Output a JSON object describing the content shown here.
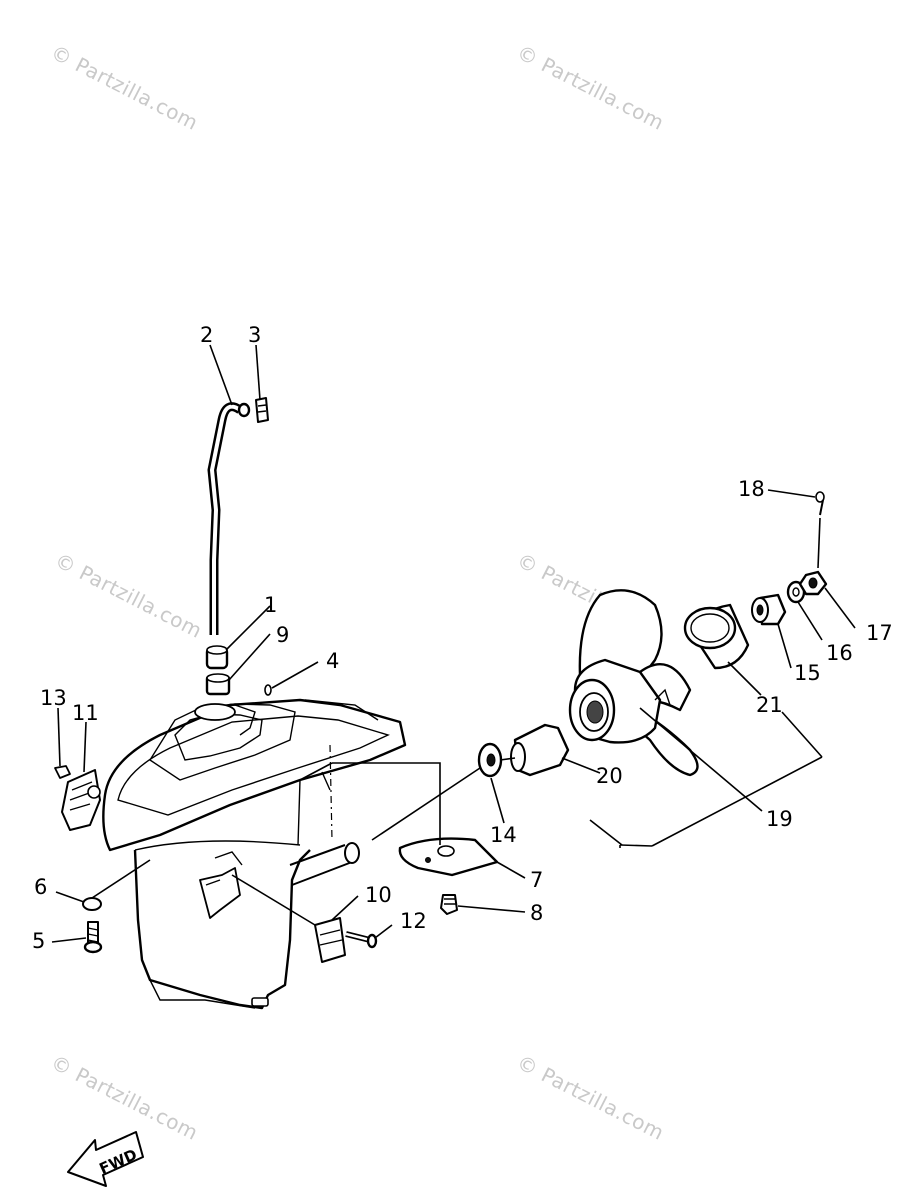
{
  "watermark": "© Partzilla.com",
  "fwd_label": "FWD",
  "callouts": {
    "c1": "1",
    "c2": "2",
    "c3": "3",
    "c4": "4",
    "c5": "5",
    "c6": "6",
    "c7": "7",
    "c8": "8",
    "c9": "9",
    "c10": "10",
    "c11": "11",
    "c12": "12",
    "c13": "13",
    "c14": "14",
    "c15": "15",
    "c16": "16",
    "c17": "17",
    "c18": "18",
    "c19": "19",
    "c20": "20",
    "c21": "21"
  }
}
